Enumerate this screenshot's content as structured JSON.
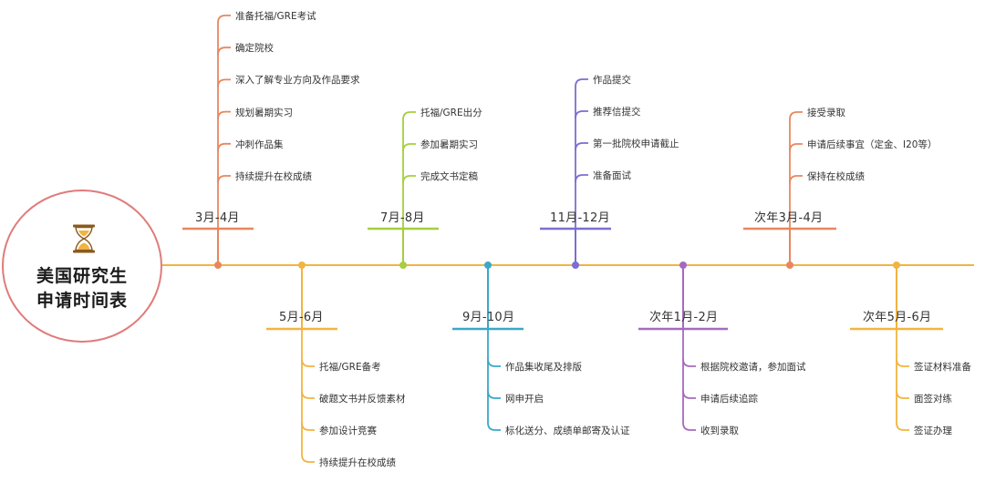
{
  "center": {
    "title_line1": "美国研究生",
    "title_line2": "申请时间表",
    "icon": "hourglass-icon"
  },
  "colors": {
    "axis": "#f2b441",
    "circle_border": "#e07b7b",
    "orange": "#e8875e",
    "green": "#a5cf3c",
    "purple": "#7b6fd0",
    "amber": "#f2b441",
    "teal": "#3aa8c8",
    "violet": "#a56abf"
  },
  "periods": [
    {
      "id": "mar-apr",
      "label": "3月-4月",
      "color_key": "orange",
      "items": [
        "准备托福/GRE考试",
        "确定院校",
        "深入了解专业方向及作品要求",
        "规划暑期实习",
        "冲刺作品集",
        "持续提升在校成绩"
      ]
    },
    {
      "id": "may-jun",
      "label": "5月-6月",
      "color_key": "amber",
      "items": [
        "托福/GRE备考",
        "破题文书并反馈素材",
        "参加设计竞赛",
        "持续提升在校成绩"
      ]
    },
    {
      "id": "jul-aug",
      "label": "7月-8月",
      "color_key": "green",
      "items": [
        "托福/GRE出分",
        "参加暑期实习",
        "完成文书定稿"
      ]
    },
    {
      "id": "sep-oct",
      "label": "9月-10月",
      "color_key": "teal",
      "items": [
        "作品集收尾及排版",
        "网申开启",
        "标化送分、成绩单邮寄及认证"
      ]
    },
    {
      "id": "nov-dec",
      "label": "11月-12月",
      "color_key": "purple",
      "items": [
        "作品提交",
        "推荐信提交",
        "第一批院校申请截止",
        "准备面试"
      ]
    },
    {
      "id": "next-jan-feb",
      "label": "次年1月-2月",
      "color_key": "violet",
      "items": [
        "根据院校邀请，参加面试",
        "申请后续追踪",
        "收到录取"
      ]
    },
    {
      "id": "next-mar-apr",
      "label": "次年3月-4月",
      "color_key": "orange",
      "items": [
        "接受录取",
        "申请后续事宜（定金、I20等）",
        "保持在校成绩"
      ]
    },
    {
      "id": "next-may-jun",
      "label": "次年5月-6月",
      "color_key": "amber",
      "items": [
        "签证材料准备",
        "面签对练",
        "签证办理"
      ]
    }
  ]
}
